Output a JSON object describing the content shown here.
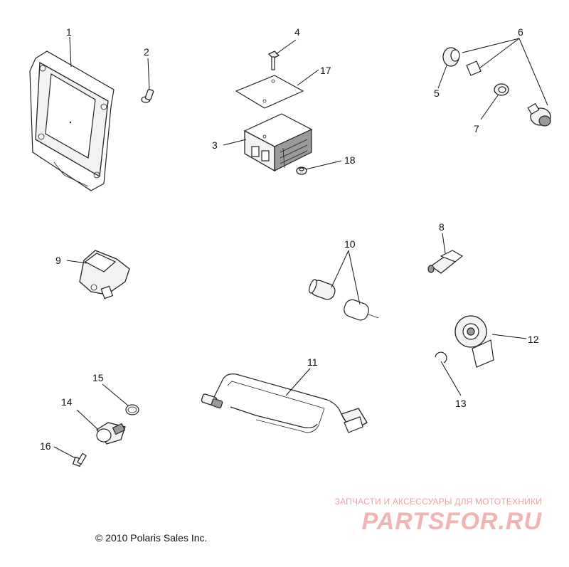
{
  "diagram": {
    "callouts": [
      "1",
      "2",
      "3",
      "4",
      "5",
      "6",
      "7",
      "8",
      "9",
      "10",
      "11",
      "12",
      "13",
      "14",
      "15",
      "16",
      "17",
      "18"
    ]
  },
  "copyright": "© 2010 Polaris Sales Inc.",
  "watermark": {
    "tagline": "ЗАПЧАСТИ И АКСЕССУАРЫ ДЛЯ МОТОТЕХНИКИ",
    "logo": "PARTSFOR.RU"
  },
  "colors": {
    "line": "#222222",
    "watermark": "#f0b4b4"
  }
}
